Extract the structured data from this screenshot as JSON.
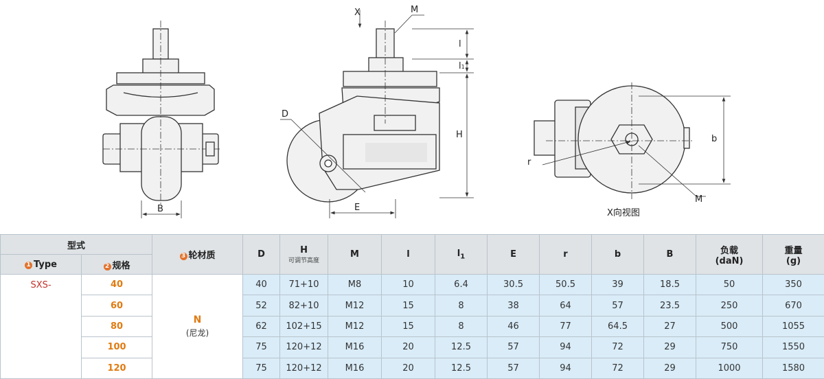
{
  "drawing_labels": {
    "side": {
      "B": "B"
    },
    "front": {
      "X": "X",
      "M": "M",
      "l": "l",
      "l1": "l",
      "l1_sub": "1",
      "H": "H",
      "D": "D",
      "E": "E"
    },
    "top": {
      "b": "b",
      "r": "r",
      "M": "M",
      "caption": "X向视图"
    }
  },
  "table": {
    "header": {
      "model": "型式",
      "type_num": "1",
      "type": "Type",
      "spec_num": "2",
      "spec": "规格",
      "mat_num": "3",
      "material": "轮材质",
      "D": "D",
      "H": "H",
      "H_sub": "可调节高度",
      "M": "M",
      "l": "l",
      "l1": "l",
      "l1_sub": "1",
      "E": "E",
      "r": "r",
      "b": "b",
      "B": "B",
      "load": "负载",
      "load_unit": "(daN)",
      "weight": "重量",
      "weight_unit": "(g)"
    },
    "type_value": "SXS-",
    "material_code": "N",
    "material_name": "(尼龙)",
    "rows": [
      {
        "size": "40",
        "D": "40",
        "H": "71+10",
        "M": "M8",
        "l": "10",
        "l1": "6.4",
        "E": "30.5",
        "r": "50.5",
        "b": "39",
        "B": "18.5",
        "load": "50",
        "weight": "350"
      },
      {
        "size": "60",
        "D": "52",
        "H": "82+10",
        "M": "M12",
        "l": "15",
        "l1": "8",
        "E": "38",
        "r": "64",
        "b": "57",
        "B": "23.5",
        "load": "250",
        "weight": "670"
      },
      {
        "size": "80",
        "D": "62",
        "H": "102+15",
        "M": "M12",
        "l": "15",
        "l1": "8",
        "E": "46",
        "r": "77",
        "b": "64.5",
        "B": "27",
        "load": "500",
        "weight": "1055"
      },
      {
        "size": "100",
        "D": "75",
        "H": "120+12",
        "M": "M16",
        "l": "20",
        "l1": "12.5",
        "E": "57",
        "r": "94",
        "b": "72",
        "B": "29",
        "load": "750",
        "weight": "1550"
      },
      {
        "size": "120",
        "D": "75",
        "H": "120+12",
        "M": "M16",
        "l": "20",
        "l1": "12.5",
        "E": "57",
        "r": "94",
        "b": "72",
        "B": "29",
        "load": "1000",
        "weight": "1580"
      }
    ]
  }
}
